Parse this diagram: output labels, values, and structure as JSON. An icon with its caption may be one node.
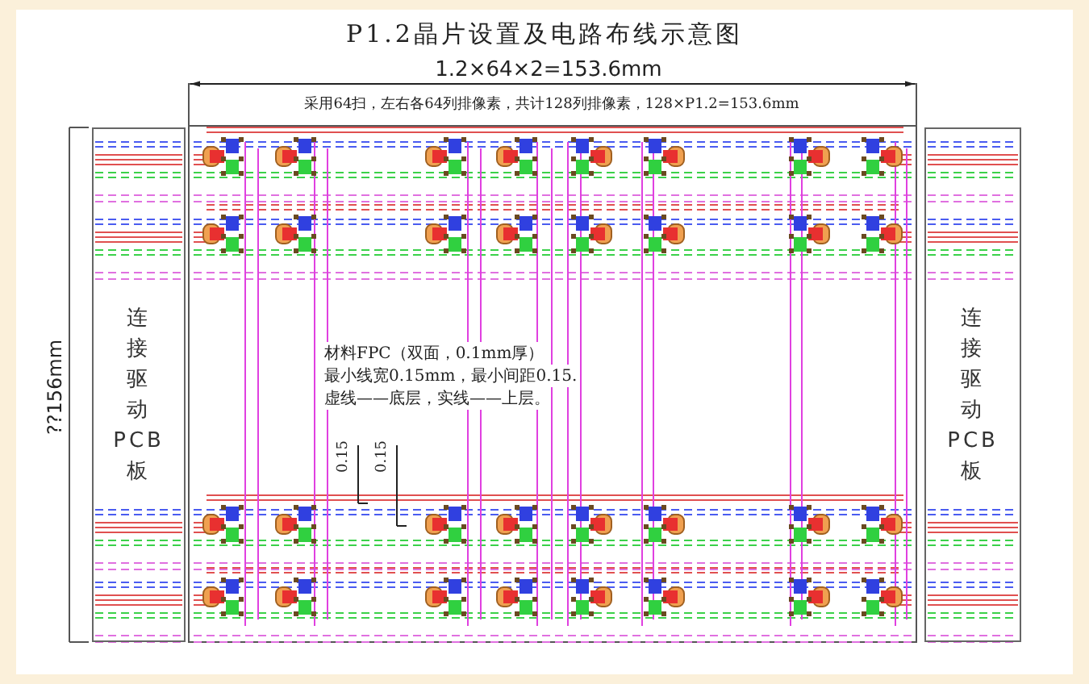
{
  "diagram": {
    "title": "P1.2晶片设置及电路布线示意图",
    "nodes": [
      {
        "text": [
          "连接驱动PCB板"
        ]
      },
      {
        "text": [
          "连接驱动PCB板"
        ]
      }
    ],
    "labels": [
      "1.2×64×2=153.6mm",
      "采用64扫，左右各64列排像素，共计128列排像素，128×P1.2=153.6mm",
      "??156mm",
      "材料FPC（双面，0.1mm厚）",
      "最小线宽0.15mm，最小间距0.15.",
      "虚线——底层，实线——上层。",
      "0.15",
      "0.15"
    ]
  }
}
